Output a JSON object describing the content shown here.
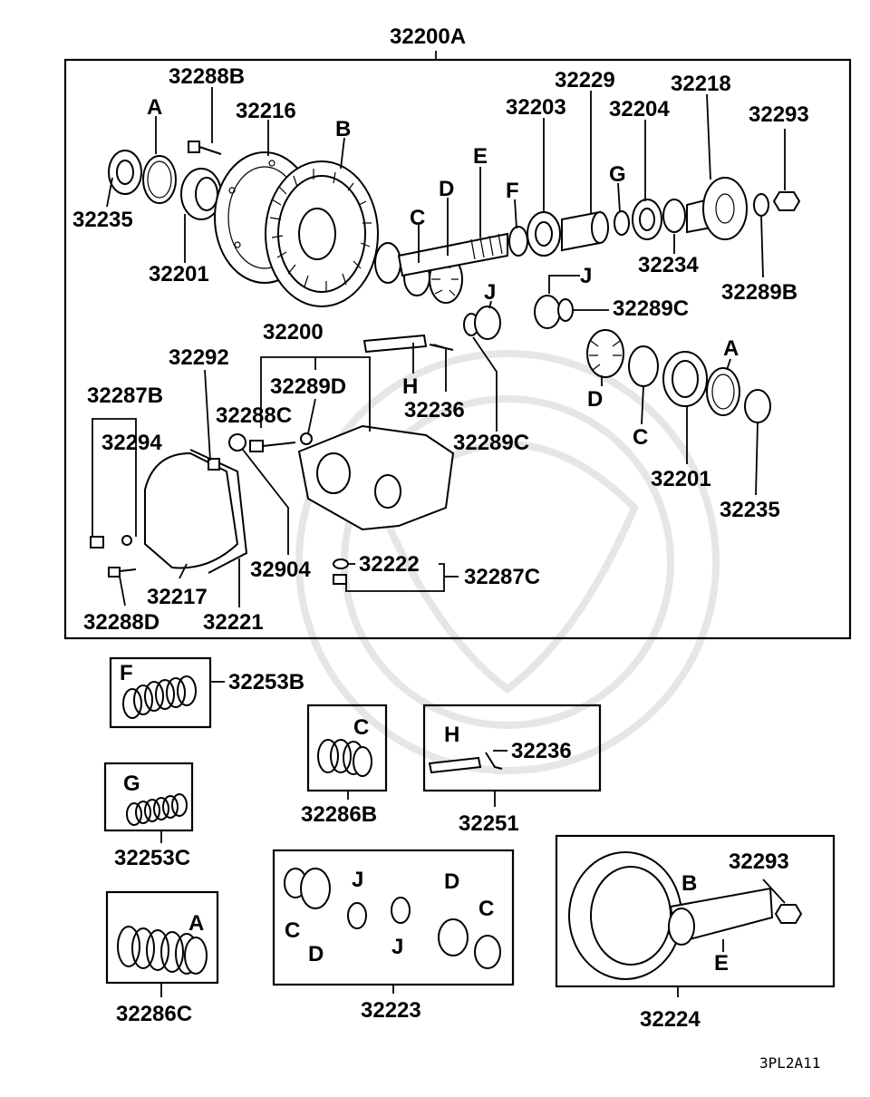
{
  "assembly_label": "32200A",
  "watermark_code": "3PL2A11",
  "labels": {
    "p32288B": "32288B",
    "p32216": "32216",
    "letterB_top": "B",
    "letterA_top": "A",
    "p32235_top": "32235",
    "p32201_top": "32201",
    "letterE_top": "E",
    "letterD_top": "D",
    "letterC_top": "C",
    "letterF_top": "F",
    "p32203": "32203",
    "p32229": "32229",
    "p32204": "32204",
    "letterG_top": "G",
    "p32218": "32218",
    "p32293_top": "32293",
    "p32234": "32234",
    "p32289B": "32289B",
    "letterJ_a": "J",
    "letterJ_b": "J",
    "p32289C_a": "32289C",
    "p32200": "32200",
    "p32292": "32292",
    "p32289D": "32289D",
    "letterH_top": "H",
    "p32236_top": "32236",
    "p32287B": "32287B",
    "p32288C": "32288C",
    "p32294": "32294",
    "p32289C_b": "32289C",
    "letterA_right": "A",
    "letterD_right": "D",
    "letterC_right": "C",
    "p32201_right": "32201",
    "p32235_right": "32235",
    "p32904": "32904",
    "p32222": "32222",
    "p32287C": "32287C",
    "p32217": "32217",
    "p32288D": "32288D",
    "p32221": "32221"
  },
  "kits": {
    "k32253B": {
      "code": "32253B",
      "letter": "F"
    },
    "k32286B": {
      "code": "32286B",
      "letter": "C"
    },
    "k32251": {
      "code": "32251",
      "letter": "H",
      "part": "32236"
    },
    "k32253C": {
      "code": "32253C",
      "letter": "G"
    },
    "k32286C": {
      "code": "32286C",
      "letter": "A"
    },
    "k32223": {
      "code": "32223",
      "letters": [
        "C",
        "D",
        "J",
        "J",
        "D",
        "C"
      ]
    },
    "k32224": {
      "code": "32224",
      "letters": [
        "B",
        "E"
      ],
      "part": "32293"
    }
  }
}
